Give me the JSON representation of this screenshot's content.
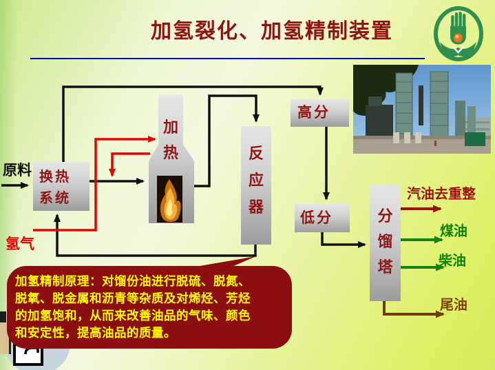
{
  "slide": {
    "title": "加氢裂化、加氢精制装置"
  },
  "diagram": {
    "feed_label": "原料",
    "hydrogen_label": "氢气",
    "heat_exchanger": {
      "line1": "换热",
      "line2": "系统"
    },
    "heater": {
      "chars": [
        "加",
        "热"
      ]
    },
    "reactor": {
      "chars": [
        "反",
        "应",
        "器"
      ]
    },
    "high_separator": {
      "label": "高分"
    },
    "low_separator": {
      "label": "低分"
    },
    "fractionator": {
      "chars": [
        "分",
        "馏",
        "塔"
      ]
    },
    "outputs": {
      "gasoline": "汽油去重整",
      "kerosene": "煤油",
      "diesel": "柴油",
      "tail_oil": "尾油"
    }
  },
  "callout": {
    "line1": "加氢精制原理：对馏份油进行脱硫、脱氮、",
    "line2": "脱氧、脱金属和沥青等杂质及对烯烃、芳烃",
    "line3": "的加氢饱和，从而来改善油品的气味、颜色",
    "line4": "和安定性，提高油品的质量。"
  },
  "colors": {
    "title_red": "#8e1414",
    "box_text_red": "#8f1616",
    "hydrogen_red": "#e60000",
    "line_black": "#111111",
    "gasoline_darkred": "#9b1414",
    "product_green": "#0e800e",
    "tailoil_brown": "#7c440f",
    "callout_bg": "#8c0f0f",
    "callout_text": "#ffff00",
    "underline_blue": "#0000c8",
    "logo_green": "#2e8f4e"
  }
}
